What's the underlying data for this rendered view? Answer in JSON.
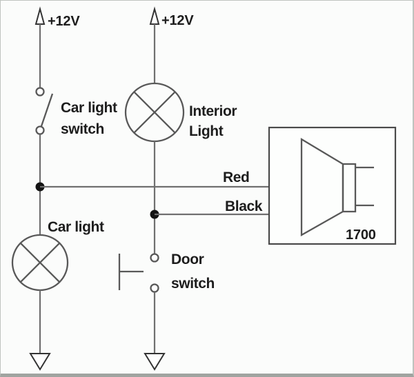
{
  "colors": {
    "background": "#fbfcfb",
    "line": "#6f6f6f",
    "symbol": "#585858",
    "text": "#1d1d1d",
    "junction": "#131313",
    "frame": "#bfc3bf",
    "frame_bottom": "#a0a4a0"
  },
  "supplies": {
    "left_label": "+12V",
    "right_label": "+12V"
  },
  "components": {
    "car_light_switch": {
      "label_line1": "Car light",
      "label_line2": "switch"
    },
    "interior_light": {
      "label_line1": "Interior",
      "label_line2": "Light"
    },
    "car_light": {
      "label": "Car light"
    },
    "door_switch": {
      "label_line1": "Door",
      "label_line2": "switch"
    },
    "buzzer": {
      "model": "1700"
    }
  },
  "wires": {
    "red_label": "Red",
    "black_label": "Black"
  }
}
